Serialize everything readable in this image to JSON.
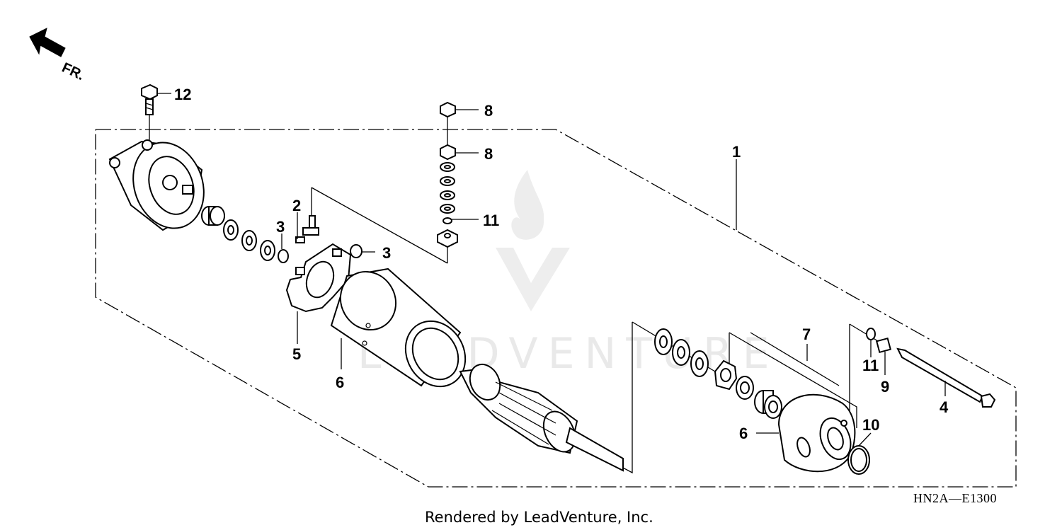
{
  "direction_label": "FR.",
  "callouts": {
    "c1": "1",
    "c2": "2",
    "c3a": "3",
    "c3b": "3",
    "c4": "4",
    "c5": "5",
    "c6a": "6",
    "c6b": "6",
    "c7": "7",
    "c8a": "8",
    "c8b": "8",
    "c9": "9",
    "c10": "10",
    "c11a": "11",
    "c11b": "11",
    "c12": "12"
  },
  "diagram_code": "HN2A—E1300",
  "footer": "Rendered by LeadVenture, Inc.",
  "watermark": "LEADVENTURE",
  "colors": {
    "line": "#000000",
    "watermark": "#e9e9e9",
    "background": "#ffffff"
  }
}
